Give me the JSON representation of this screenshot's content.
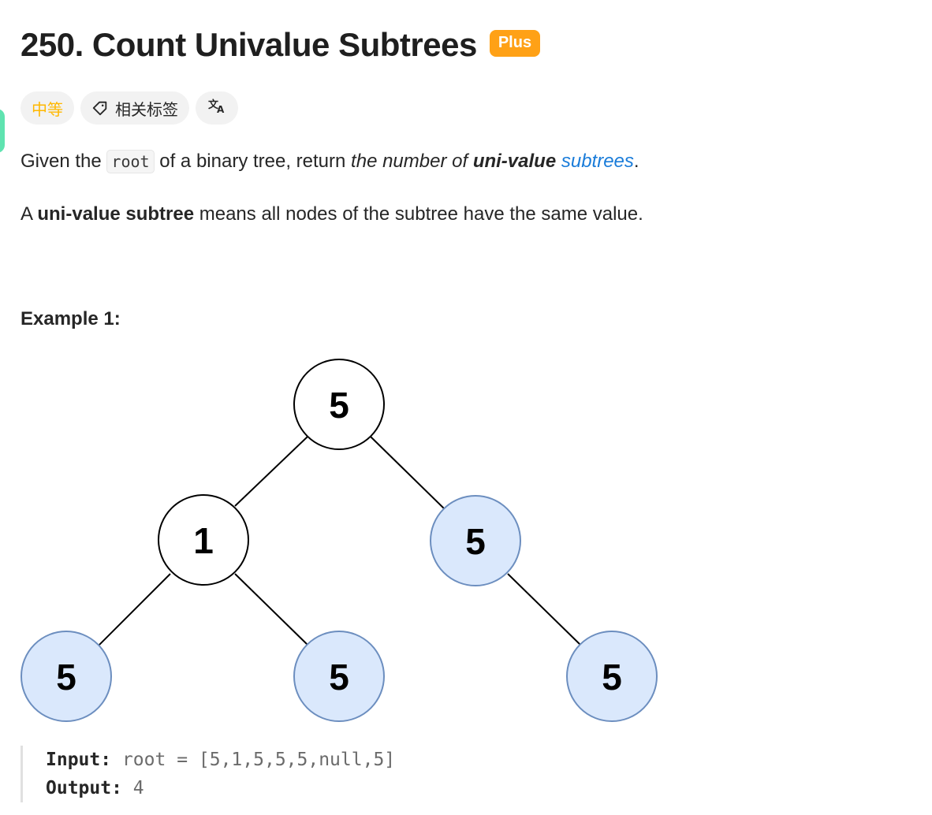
{
  "problem": {
    "title": "250. Count Univalue Subtrees",
    "badge": "Plus"
  },
  "tags": {
    "difficulty": "中等",
    "related": "相关标签",
    "translate_icon": "translate-icon",
    "tag_icon": "tag-icon"
  },
  "description": {
    "p1_a": "Given the ",
    "p1_code": "root",
    "p1_b": " of a binary tree, return ",
    "p1_em1": "the number of ",
    "p1_strong": "uni-value",
    "p1_link": "subtrees",
    "p1_end": ".",
    "p2_a": "A ",
    "p2_strong": "uni-value subtree",
    "p2_b": " means all nodes of the subtree have the same value."
  },
  "example": {
    "title": "Example 1:",
    "input_label": "Input:",
    "input_value": "root = [5,1,5,5,5,null,5]",
    "output_label": "Output:",
    "output_value": "4"
  },
  "tree": {
    "nodes": [
      {
        "id": "n1",
        "value": "5",
        "highlighted": false
      },
      {
        "id": "n2",
        "value": "1",
        "highlighted": false
      },
      {
        "id": "n3",
        "value": "5",
        "highlighted": true
      },
      {
        "id": "n4",
        "value": "5",
        "highlighted": true
      },
      {
        "id": "n5",
        "value": "5",
        "highlighted": true
      },
      {
        "id": "n6",
        "value": "5",
        "highlighted": true
      }
    ],
    "colors": {
      "highlight_fill": "#dae8fc",
      "highlight_stroke": "#6c8ebf",
      "plain_fill": "#ffffff",
      "plain_stroke": "#000000"
    }
  },
  "colors": {
    "accent": "#ffa116",
    "difficulty": "#ffb800",
    "link": "#1a7cd9"
  }
}
